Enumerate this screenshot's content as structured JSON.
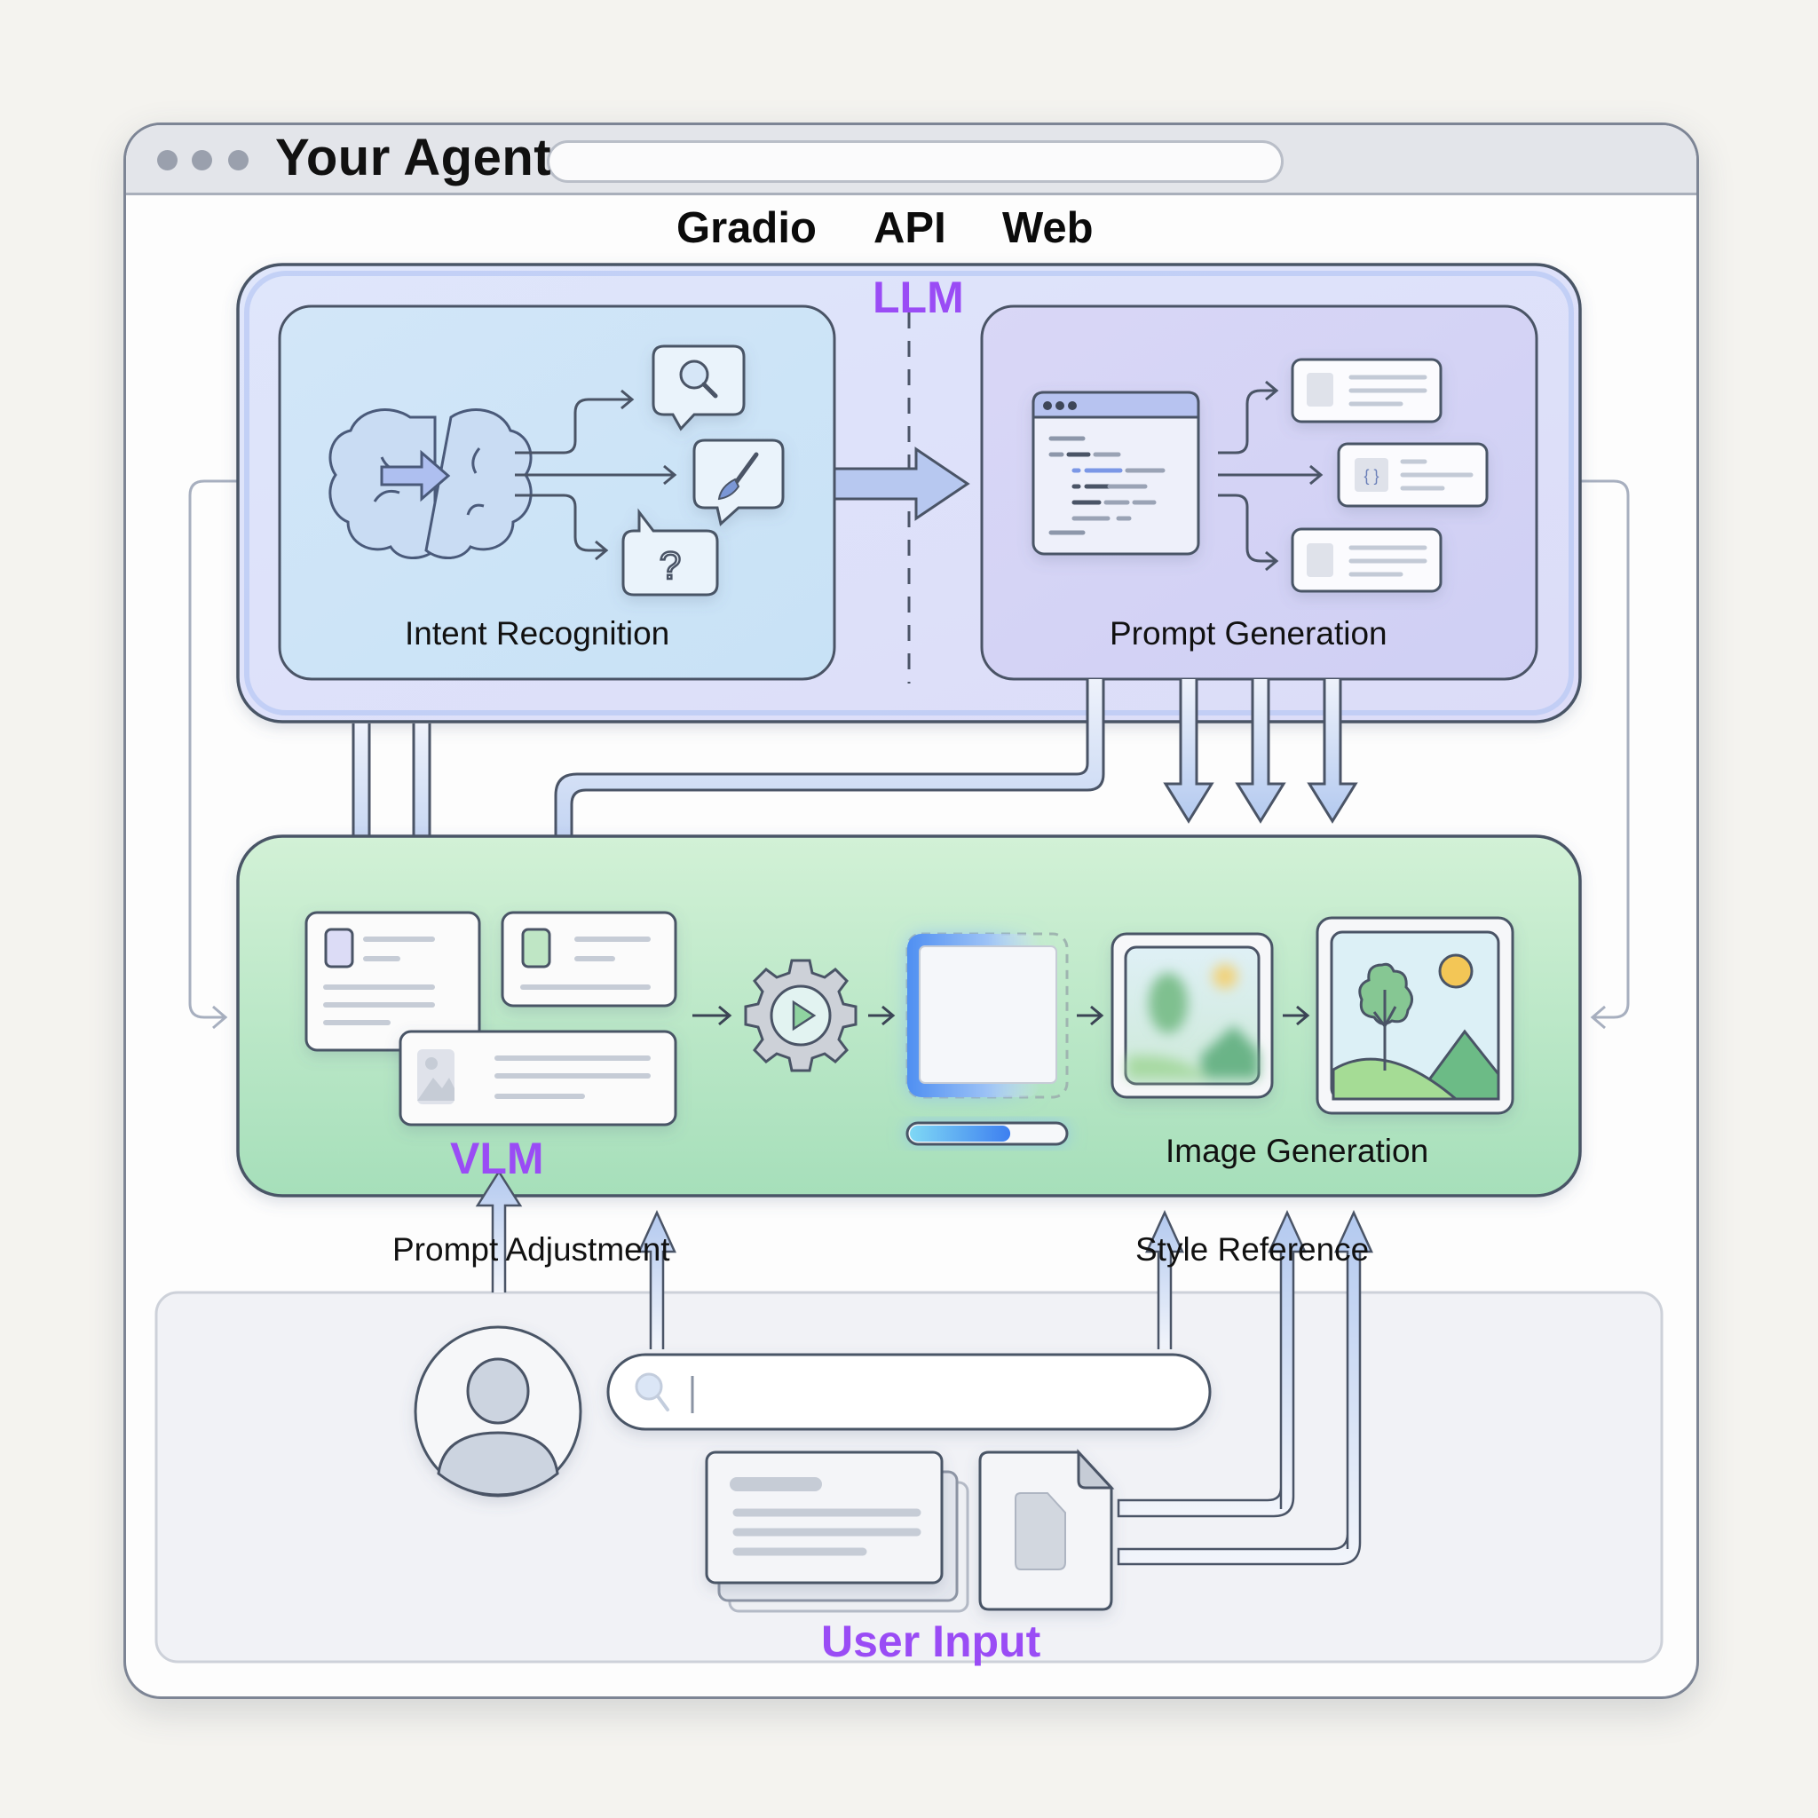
{
  "window": {
    "title": "Your Agent",
    "traffic_lights": [
      "window-dot",
      "window-dot",
      "window-dot"
    ]
  },
  "tabs": [
    {
      "label": "Gradio"
    },
    {
      "label": "API"
    },
    {
      "label": "Web"
    }
  ],
  "llm": {
    "label": "LLM",
    "intent": {
      "label": "Intent Recognition",
      "icons": [
        "brain-icon",
        "search-icon",
        "paintbrush-icon",
        "question-icon"
      ]
    },
    "prompt": {
      "label": "Prompt Generation",
      "icons": [
        "code-editor-icon",
        "card-icon",
        "json-braces-icon",
        "card-icon"
      ]
    }
  },
  "vlm": {
    "label": "VLM",
    "image_generation_label": "Image Generation",
    "progress_fraction": 0.65,
    "icons": [
      "card-icon",
      "card-icon",
      "image-card-icon",
      "gear-play-icon",
      "blank-canvas-icon",
      "blurry-image-icon",
      "landscape-image-icon"
    ]
  },
  "flows": {
    "prompt_adjustment": "Prompt Adjustment",
    "style_reference": "Style Reference"
  },
  "user_input": {
    "label": "User Input",
    "search_value": "",
    "icons": [
      "user-avatar-icon",
      "search-icon",
      "document-stack-icon",
      "file-icon"
    ]
  },
  "colors": {
    "accent_purple": "#9a4cf5",
    "llm_intent_bg": "#cde5f6",
    "llm_prompt_bg": "#d5d3f6",
    "vlm_bg": "#b8e6c4",
    "arrow_fill": "#b3c9ef",
    "outline": "#3f4a5c"
  }
}
